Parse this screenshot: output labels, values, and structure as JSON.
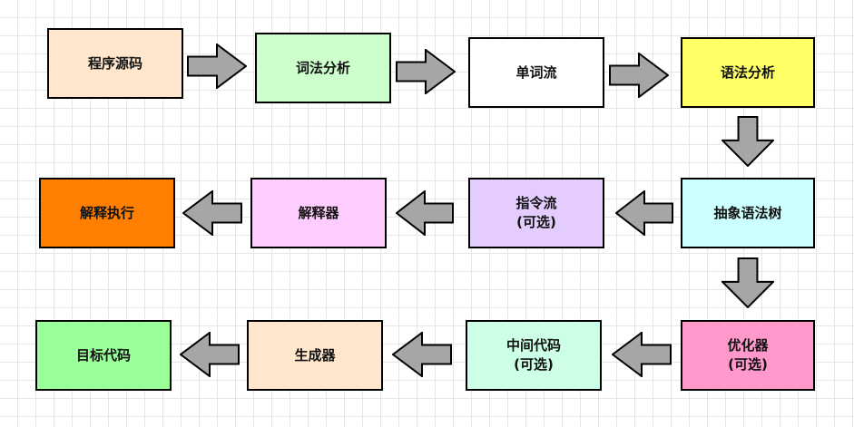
{
  "nodes": [
    {
      "id": "source-code",
      "label": "程序源码",
      "color": "#ffe6cc"
    },
    {
      "id": "lexical-analysis",
      "label": "词法分析",
      "color": "#ccffcc"
    },
    {
      "id": "token-stream",
      "label": "单词流",
      "color": "#ffffff"
    },
    {
      "id": "syntax-analysis",
      "label": "语法分析",
      "color": "#ffff66"
    },
    {
      "id": "abstract-syntax-tree",
      "label": "抽象语法树",
      "color": "#ccffff"
    },
    {
      "id": "instruction-stream",
      "label": "指令流\n(可选)",
      "color": "#e5ccff"
    },
    {
      "id": "interpreter",
      "label": "解释器",
      "color": "#ffccff"
    },
    {
      "id": "interpret-execute",
      "label": "解释执行",
      "color": "#ff8000"
    },
    {
      "id": "optimizer",
      "label": "优化器\n(可选)",
      "color": "#ff99cc"
    },
    {
      "id": "intermediate-code",
      "label": "中间代码\n(可选)",
      "color": "#ccffe6"
    },
    {
      "id": "generator",
      "label": "生成器",
      "color": "#ffe6cc"
    },
    {
      "id": "target-code",
      "label": "目标代码",
      "color": "#99ff99"
    }
  ],
  "arrow_color": "#a6a6a6"
}
